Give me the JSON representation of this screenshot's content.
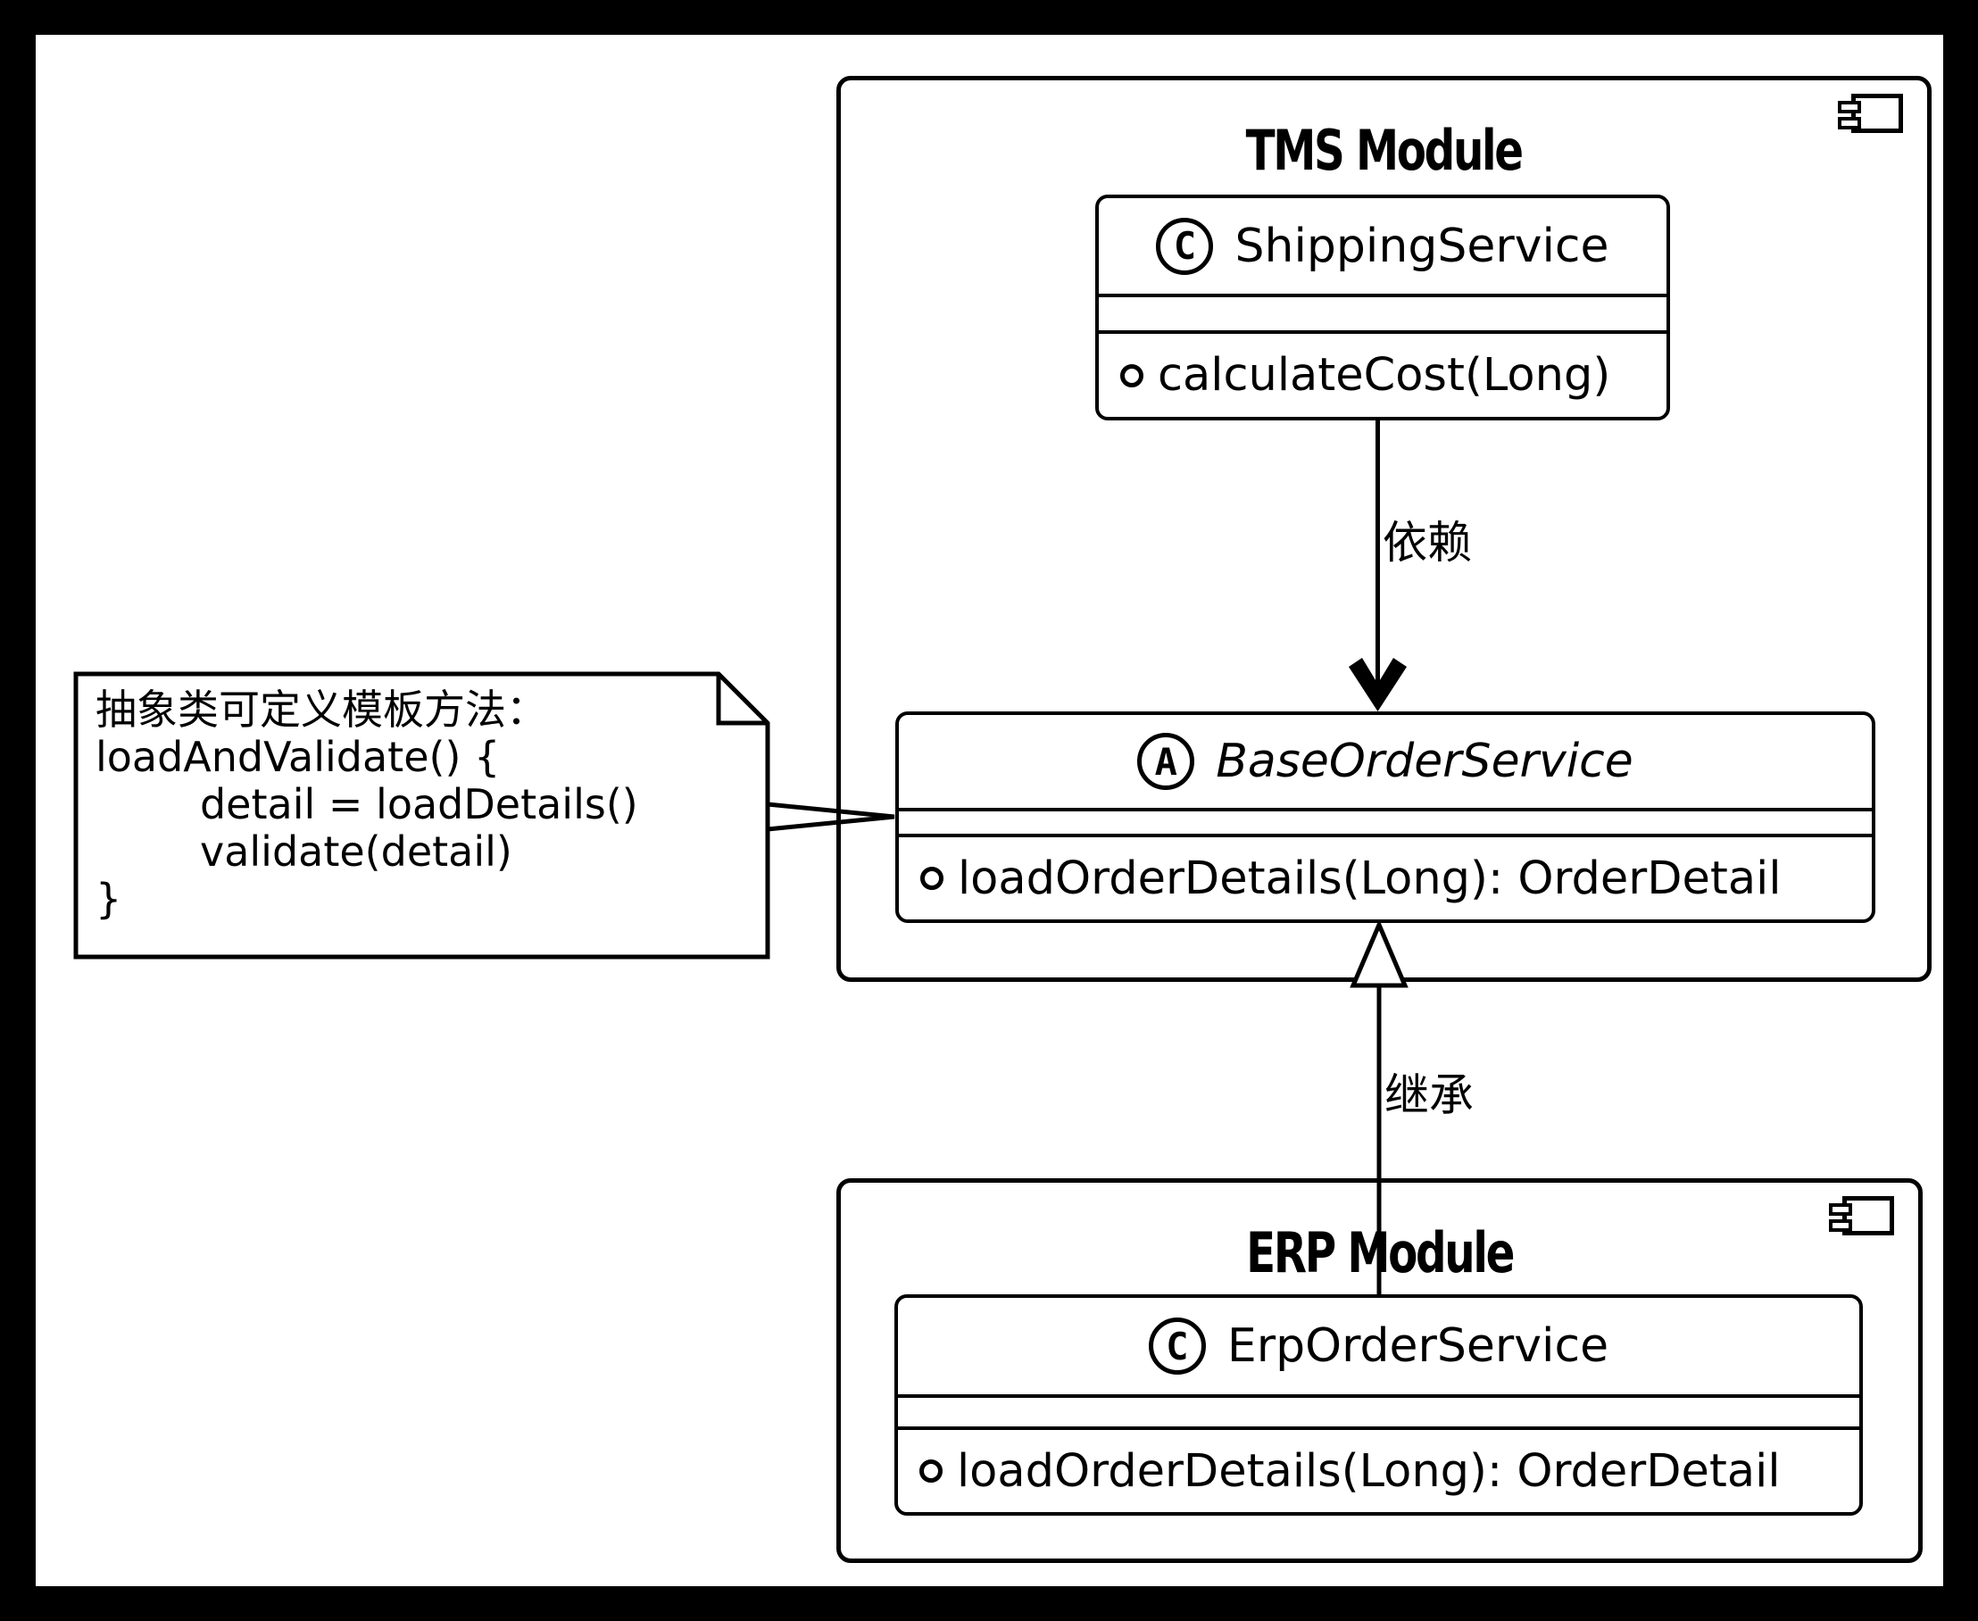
{
  "colors": {
    "stroke": "#000000",
    "background": "#ffffff",
    "frame": "#000000"
  },
  "packages": {
    "tms": {
      "title": "TMS Module"
    },
    "erp": {
      "title": "ERP Module"
    }
  },
  "classes": {
    "shipping": {
      "icon_letter": "C",
      "name": "ShippingService",
      "method": "calculateCost(Long)"
    },
    "base": {
      "icon_letter": "A",
      "name": "BaseOrderService",
      "method": "loadOrderDetails(Long): OrderDetail"
    },
    "erp_order": {
      "icon_letter": "C",
      "name": "ErpOrderService",
      "method": "loadOrderDetails(Long): OrderDetail"
    }
  },
  "edges": {
    "dependency": {
      "label": "依赖"
    },
    "inheritance": {
      "label": "继承"
    }
  },
  "note": {
    "lines": [
      "抽象类可定义模板方法：",
      "loadAndValidate() {",
      "        detail = loadDetails()",
      "        validate(detail)",
      "}"
    ]
  }
}
